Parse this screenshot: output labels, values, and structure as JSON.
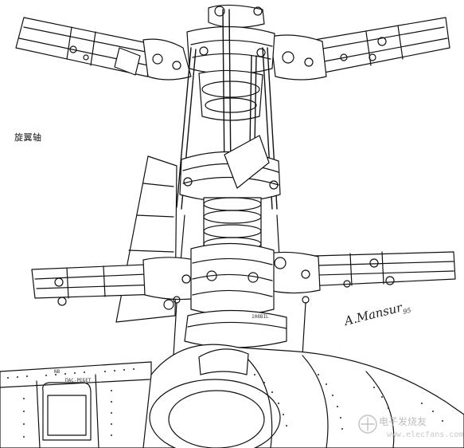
{
  "caption": "旋翼轴",
  "signature": {
    "name": "A.Mansur",
    "year": "95"
  },
  "watermark": {
    "text": "电子发烧友",
    "url": "www.elecfans.com"
  },
  "small_labels": {
    "plate": "108BIL",
    "panel_a": "NB",
    "panel_b": "ПАС-РЕБЕТ"
  },
  "icons": {
    "watermark_logo": "circuit-logo-icon"
  }
}
